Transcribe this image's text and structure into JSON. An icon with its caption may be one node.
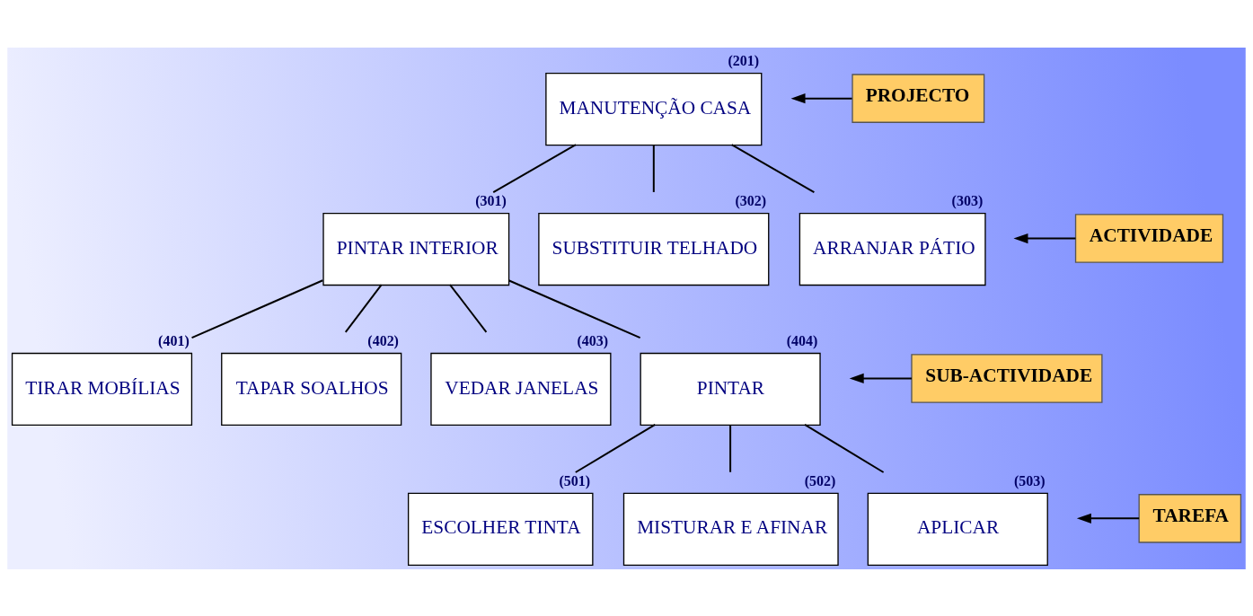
{
  "diagram": {
    "nodes": [
      {
        "text": [
          "MANUTENÇÃO CASA"
        ],
        "beside": [
          "(201)"
        ]
      },
      {
        "text": [
          "PINTAR INTERIOR"
        ],
        "beside": [
          "(301)"
        ]
      },
      {
        "text": [
          "SUBSTITUIR TELHADO"
        ],
        "beside": [
          "(302)"
        ]
      },
      {
        "text": [
          "ARRANJAR PÁTIO"
        ],
        "beside": [
          "(303)"
        ]
      },
      {
        "text": [
          "TIRAR MOBÍLIAS"
        ],
        "beside": [
          "(401)"
        ]
      },
      {
        "text": [
          "TAPAR SOALHOS"
        ],
        "beside": [
          "(402)"
        ]
      },
      {
        "text": [
          "VEDAR JANELAS"
        ],
        "beside": [
          "(403)"
        ]
      },
      {
        "text": [
          "PINTAR"
        ],
        "beside": [
          "(404)"
        ]
      },
      {
        "text": [
          "ESCOLHER TINTA"
        ],
        "beside": [
          "(501)"
        ]
      },
      {
        "text": [
          "MISTURAR E AFINAR"
        ],
        "beside": [
          "(502)"
        ]
      },
      {
        "text": [
          "APLICAR"
        ],
        "beside": [
          "(503)"
        ]
      },
      {
        "text": [
          "PROJECTO"
        ]
      },
      {
        "text": [
          "ACTIVIDADE"
        ]
      },
      {
        "text": [
          "SUB-ACTIVIDADE"
        ]
      },
      {
        "text": [
          "TAREFA"
        ]
      }
    ],
    "edges": [
      {
        "from": 0,
        "to": 1,
        "arrow": "none"
      },
      {
        "from": 0,
        "to": 2,
        "arrow": "none"
      },
      {
        "from": 0,
        "to": 3,
        "arrow": "none"
      },
      {
        "from": 1,
        "to": 4,
        "arrow": "none"
      },
      {
        "from": 1,
        "to": 5,
        "arrow": "none"
      },
      {
        "from": 1,
        "to": 6,
        "arrow": "none"
      },
      {
        "from": 1,
        "to": 7,
        "arrow": "none"
      },
      {
        "from": 7,
        "to": 8,
        "arrow": "none"
      },
      {
        "from": 7,
        "to": 9,
        "arrow": "none"
      },
      {
        "from": 7,
        "to": 10,
        "arrow": "none"
      },
      {
        "from": 11,
        "to": null,
        "arrow": "to"
      },
      {
        "from": 12,
        "to": null,
        "arrow": "to"
      },
      {
        "from": 13,
        "to": null,
        "arrow": "to"
      },
      {
        "from": 14,
        "to": null,
        "arrow": "to"
      }
    ]
  }
}
